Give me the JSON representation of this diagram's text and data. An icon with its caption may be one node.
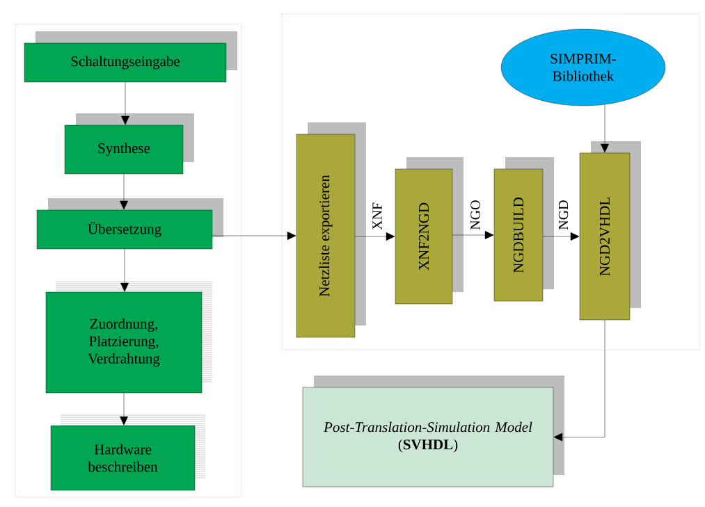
{
  "diagram": {
    "nodes": [
      {
        "text": [
          "Schaltungseingabe"
        ]
      },
      {
        "text": [
          "Synthese"
        ]
      },
      {
        "text": [
          "Übersetzung"
        ]
      },
      {
        "text": [
          "Zuordnung, Platzierung, Verdrahtung"
        ]
      },
      {
        "text": [
          "Hardware beschreiben"
        ]
      },
      {
        "text": [
          "Netzliste exportieren"
        ]
      },
      {
        "text": [
          "XNF2NGD"
        ]
      },
      {
        "text": [
          "NGDBUILD"
        ]
      },
      {
        "text": [
          "NGD2VHDL"
        ]
      },
      {
        "text": [
          "SIMPRIM-Bibliothek"
        ]
      },
      {
        "text": [
          "Post-Translation-Simulation Model",
          "(**SVHDL**)"
        ]
      }
    ],
    "edges": [
      {
        "from": 0,
        "to": 1,
        "arrow": "to"
      },
      {
        "from": 1,
        "to": 2,
        "arrow": "to"
      },
      {
        "from": 2,
        "to": 3,
        "arrow": "to"
      },
      {
        "from": 3,
        "to": 4,
        "arrow": "to"
      },
      {
        "from": 2,
        "to": 5,
        "arrow": "to"
      },
      {
        "from": 5,
        "to": 6,
        "arrow": "to",
        "label": "XNF"
      },
      {
        "from": 6,
        "to": 7,
        "arrow": "to",
        "label": "NGO"
      },
      {
        "from": 7,
        "to": 8,
        "arrow": "to",
        "label": "NGD"
      },
      {
        "from": 9,
        "to": 8,
        "arrow": "to"
      },
      {
        "from": 8,
        "to": 10,
        "arrow": "to"
      }
    ]
  }
}
